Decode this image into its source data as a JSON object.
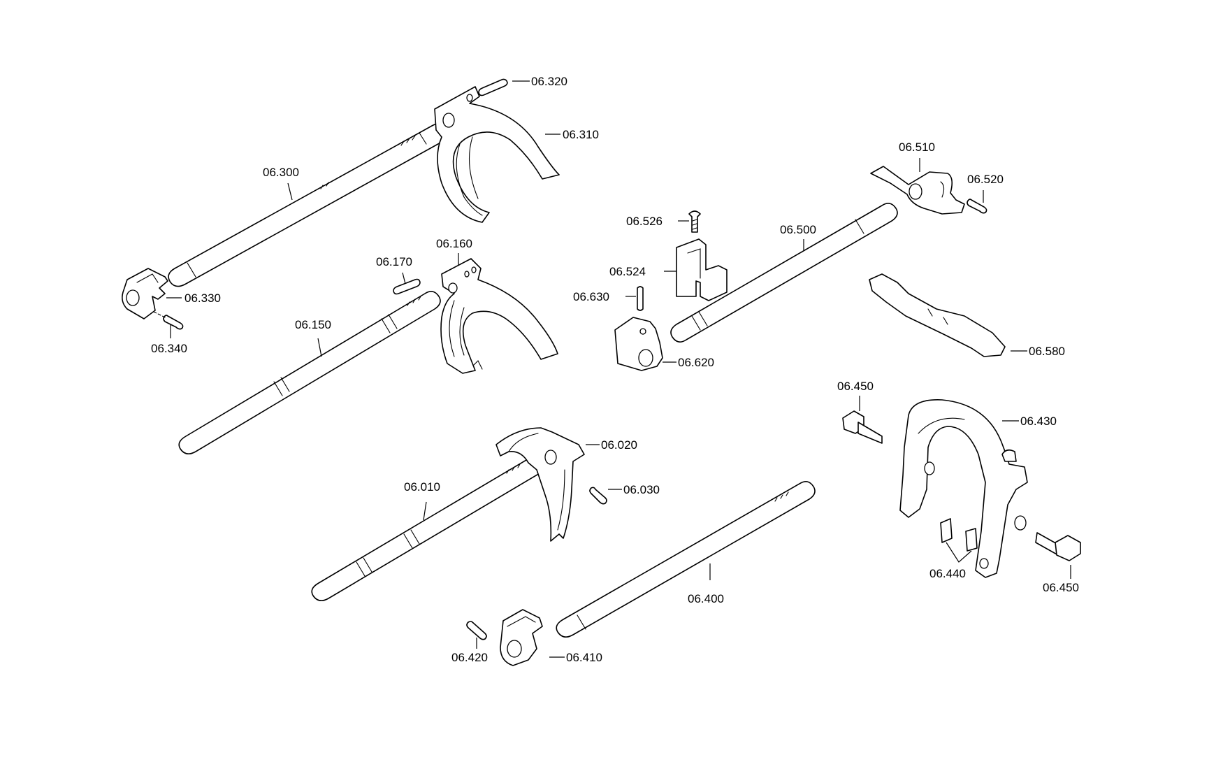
{
  "diagram": {
    "labels": {
      "p06_320": "06.320",
      "p06_310": "06.310",
      "p06_300": "06.300",
      "p06_330": "06.330",
      "p06_340": "06.340",
      "p06_170": "06.170",
      "p06_160": "06.160",
      "p06_150": "06.150",
      "p06_510": "06.510",
      "p06_520": "06.520",
      "p06_526": "06.526",
      "p06_500": "06.500",
      "p06_524": "06.524",
      "p06_630": "06.630",
      "p06_620": "06.620",
      "p06_580": "06.580",
      "p06_450_top": "06.450",
      "p06_430": "06.430",
      "p06_440": "06.440",
      "p06_450_bottom": "06.450",
      "p06_020": "06.020",
      "p06_030": "06.030",
      "p06_010": "06.010",
      "p06_400": "06.400",
      "p06_410": "06.410",
      "p06_420": "06.420"
    }
  }
}
